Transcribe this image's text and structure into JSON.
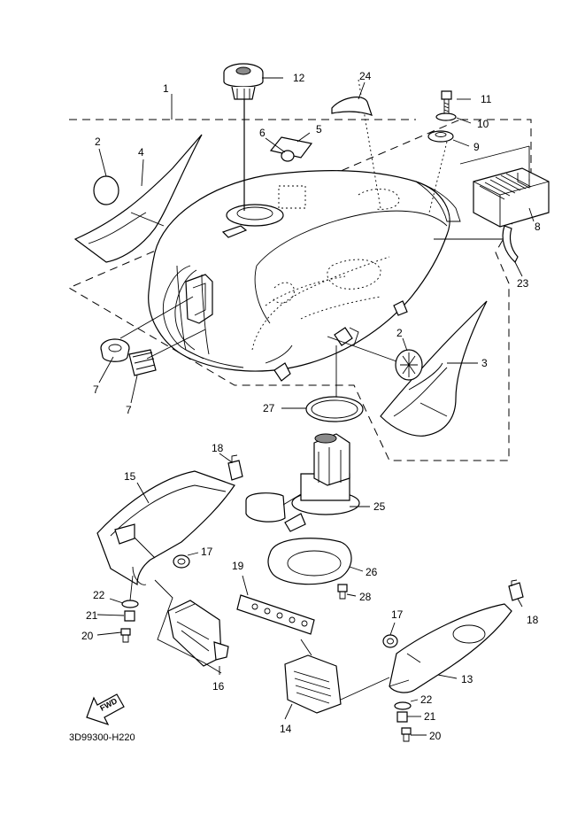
{
  "diagram_code": "3D99300-H220",
  "fwd_label": "FWD",
  "callouts": {
    "c1": "1",
    "c2a": "2",
    "c2b": "2",
    "c3": "3",
    "c4": "4",
    "c5": "5",
    "c6": "6",
    "c7a": "7",
    "c7b": "7",
    "c8": "8",
    "c9": "9",
    "c10": "10",
    "c11": "11",
    "c12": "12",
    "c13": "13",
    "c14": "14",
    "c15": "15",
    "c16": "16",
    "c17a": "17",
    "c17b": "17",
    "c18a": "18",
    "c18b": "18",
    "c19": "19",
    "c20a": "20",
    "c20b": "20",
    "c21a": "21",
    "c21b": "21",
    "c22a": "22",
    "c22b": "22",
    "c23": "23",
    "c24": "24",
    "c25": "25",
    "c26": "26",
    "c27": "27",
    "c28": "28"
  }
}
